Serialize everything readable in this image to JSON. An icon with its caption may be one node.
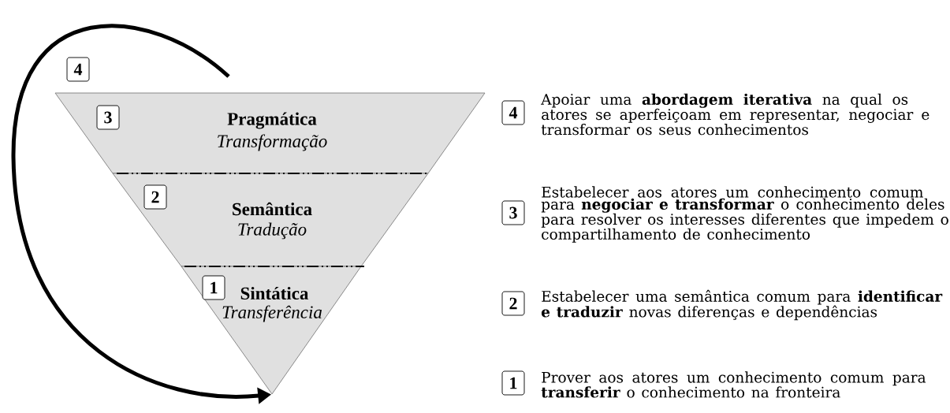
{
  "diagram": {
    "nodes": [
      {
        "text": [
          "Pragmática",
          "Transformação"
        ]
      },
      {
        "text": [
          "3"
        ],
        "in": 0
      },
      {
        "text": [
          "Semântica",
          "Tradução"
        ]
      },
      {
        "text": [
          "2"
        ],
        "in": 2
      },
      {
        "text": [
          "Sintática",
          "Transferência"
        ]
      },
      {
        "text": [
          "1"
        ],
        "in": 4
      },
      {
        "text": [
          "4"
        ]
      },
      {
        "text": [
          "4"
        ],
        "beside": [
          "Apoiar uma **abordagem iterativa** na qual os atores se aperfeiçoam em representar, negociar e transformar os seus conhecimentos"
        ]
      },
      {
        "text": [
          "3"
        ],
        "beside": [
          "Estabelecer aos atores um conhecimento comum para **negociar e transformar** o conhecimento deles para resolver os interesses diferentes que impedem o compartilhamento de conhecimento"
        ]
      },
      {
        "text": [
          "2"
        ],
        "beside": [
          "Estabelecer uma semântica comum para **identificar e traduzir** novas diferenças e dependências"
        ]
      },
      {
        "text": [
          "1"
        ],
        "beside": [
          "Prover aos atores um conhecimento comum para **transferir** o conhecimento na fronteira"
        ]
      }
    ],
    "edges": [
      {
        "from": null,
        "to": 4,
        "arrow": "to"
      }
    ]
  }
}
